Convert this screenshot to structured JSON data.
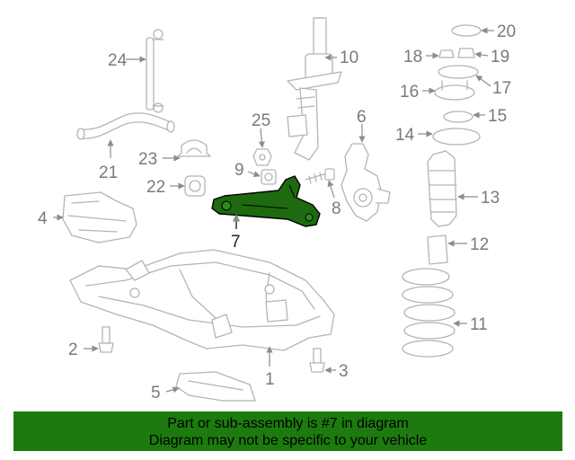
{
  "diagram": {
    "callouts": [
      "1",
      "2",
      "3",
      "4",
      "5",
      "6",
      "7",
      "8",
      "9",
      "10",
      "11",
      "12",
      "13",
      "14",
      "15",
      "16",
      "17",
      "18",
      "19",
      "20",
      "21",
      "22",
      "23",
      "24",
      "25"
    ],
    "highlighted_callout": "7",
    "colors": {
      "highlight": "#1d6a10",
      "banner_bg": "#1d7a0f",
      "line": "#b4b4b4"
    }
  },
  "banner": {
    "line1": "Part or sub-assembly is #7 in diagram",
    "line2": "Diagram may not be specific to your vehicle"
  }
}
